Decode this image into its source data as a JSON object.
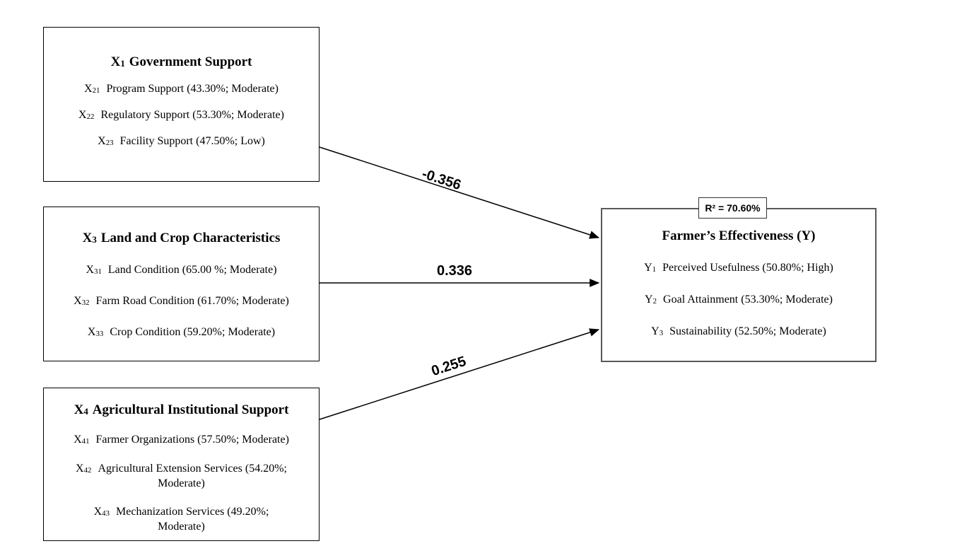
{
  "diagram": {
    "r2_label": "R² = 70.60%",
    "paths": [
      {
        "from": "x1",
        "to": "y",
        "label": "-0.356"
      },
      {
        "from": "x3",
        "to": "y",
        "label": "0.336"
      },
      {
        "from": "x4",
        "to": "y",
        "label": "0.255"
      }
    ],
    "boxes": {
      "x1": {
        "title_var": "X",
        "title_sub": "1",
        "title_text": "Government Support",
        "items": [
          {
            "var": "X",
            "sub": "21",
            "text": "Program Support (43.30%; Moderate)"
          },
          {
            "var": "X",
            "sub": "22",
            "text": "Regulatory Support (53.30%; Moderate)"
          },
          {
            "var": "X",
            "sub": "23",
            "text": "Facility Support (47.50%; Low)"
          }
        ]
      },
      "x3": {
        "title_var": "X",
        "title_sub": "3",
        "title_text": "Land and Crop Characteristics",
        "items": [
          {
            "var": "X",
            "sub": "31",
            "text": "Land Condition (65.00 %; Moderate)"
          },
          {
            "var": "X",
            "sub": "32",
            "text": "Farm Road Condition (61.70%; Moderate)"
          },
          {
            "var": "X",
            "sub": "33",
            "text": "Crop Condition (59.20%; Moderate)"
          }
        ]
      },
      "x4": {
        "title_var": "X",
        "title_sub": "4",
        "title_text": "Agricultural Institutional Support",
        "items": [
          {
            "var": "X",
            "sub": "41",
            "text": "Farmer Organizations (57.50%; Moderate)"
          },
          {
            "var": "X",
            "sub": "42",
            "text": "Agricultural Extension Services (54.20%;",
            "text2": "Moderate)"
          },
          {
            "var": "X",
            "sub": "43",
            "text": "Mechanization Services (49.20%;",
            "text2": "Moderate)"
          }
        ]
      },
      "y": {
        "title_text": "Farmer’s Effectiveness (Y)",
        "items": [
          {
            "var": "Y",
            "sub": "1",
            "text": "Perceived Usefulness (50.80%; High)"
          },
          {
            "var": "Y",
            "sub": "2",
            "text": "Goal Attainment (53.30%; Moderate)"
          },
          {
            "var": "Y",
            "sub": "3",
            "text": "Sustainability (52.50%; Moderate)"
          }
        ]
      }
    }
  }
}
